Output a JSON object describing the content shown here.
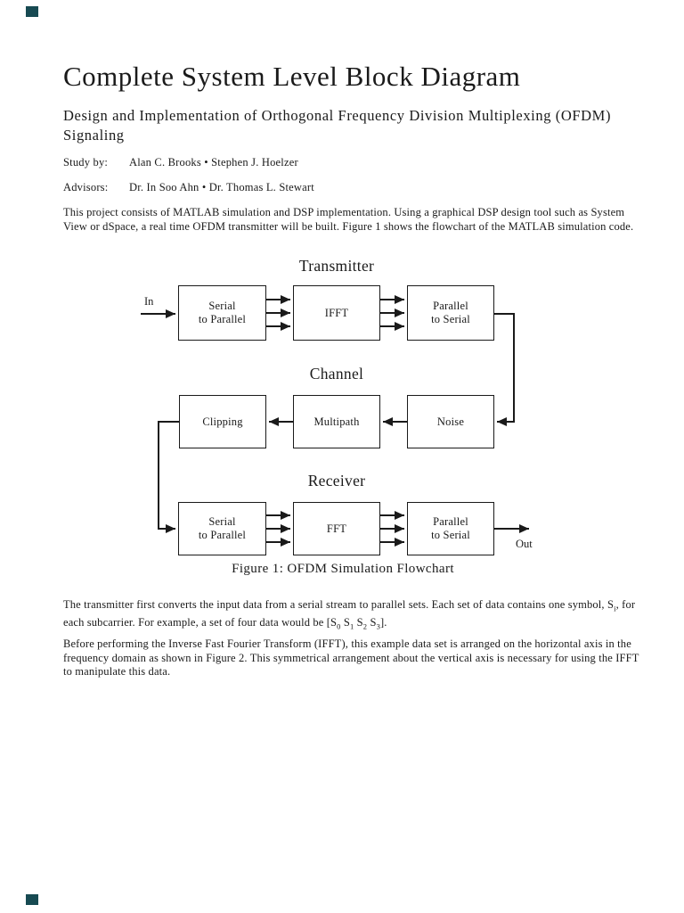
{
  "page": {
    "title": "Complete System Level Block Diagram",
    "subtitle": "Design and Implementation of Orthogonal Frequency Division Multiplexing (OFDM) Signaling",
    "credits": [
      {
        "label": "Study by:",
        "value": "Alan C. Brooks •  Stephen J. Hoelzer"
      },
      {
        "label": "Advisors:",
        "value": "Dr. In Soo Ahn •  Dr. Thomas L. Stewart"
      }
    ],
    "para_intro": "This project consists of MATLAB simulation and DSP implementation. Using a graphical DSP design tool such as System View or dSpace, a real time OFDM transmitter will be built. Figure 1 shows the flowchart of the MATLAB simulation code.",
    "para_transmitter_parts": [
      {
        "t": "The transmitter first converts the input data from a serial stream to parallel sets. Each set of data contains one symbol, S"
      },
      {
        "sub": "i"
      },
      {
        "t": ", for each subcarrier. For example, a set of four data would be [S"
      },
      {
        "sub": "0"
      },
      {
        "t": " S"
      },
      {
        "sub": "1"
      },
      {
        "t": " S"
      },
      {
        "sub": "2"
      },
      {
        "t": " S"
      },
      {
        "sub": "3"
      },
      {
        "t": "]."
      }
    ],
    "para_ifft": "Before performing the Inverse Fast Fourier Transform (IFFT), this example data set is arranged on the horizontal axis in the frequency domain as shown in Figure 2. This symmetrical arrangement about the vertical axis is necessary for using the IFFT to manipulate this data."
  },
  "diagram": {
    "in_label": "In",
    "out_label": "Out",
    "caption": "Figure 1: OFDM Simulation Flowchart",
    "sections": [
      {
        "title": "Transmitter",
        "blocks": [
          "Serial\nto Parallel",
          "IFFT",
          "Parallel\nto Serial"
        ]
      },
      {
        "title": "Channel",
        "blocks": [
          "Clipping",
          "Multipath",
          "Noise"
        ]
      },
      {
        "title": "Receiver",
        "blocks": [
          "Serial\nto Parallel",
          "FFT",
          "Parallel\nto Serial"
        ]
      }
    ]
  },
  "colors": {
    "ink": "#1a1a1a",
    "corner_marker": "#174a52"
  }
}
